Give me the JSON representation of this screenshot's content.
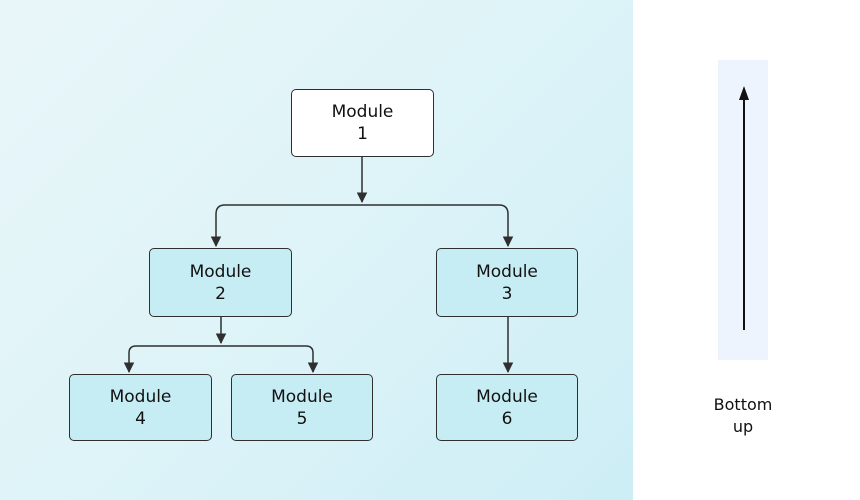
{
  "diagram": {
    "modules": [
      {
        "id": "m1",
        "line1": "Module",
        "line2": "1"
      },
      {
        "id": "m2",
        "line1": "Module",
        "line2": "2"
      },
      {
        "id": "m3",
        "line1": "Module",
        "line2": "3"
      },
      {
        "id": "m4",
        "line1": "Module",
        "line2": "4"
      },
      {
        "id": "m5",
        "line1": "Module",
        "line2": "5"
      },
      {
        "id": "m6",
        "line1": "Module",
        "line2": "6"
      }
    ],
    "edges": [
      {
        "from": "Module 1",
        "to": "Module 2"
      },
      {
        "from": "Module 1",
        "to": "Module 3"
      },
      {
        "from": "Module 2",
        "to": "Module 4"
      },
      {
        "from": "Module 2",
        "to": "Module 5"
      },
      {
        "from": "Module 3",
        "to": "Module 6"
      }
    ]
  },
  "direction": {
    "line1": "Bottom",
    "line2": "up",
    "arrow": "up-arrow-icon"
  },
  "colors": {
    "root_box": "#ffffff",
    "child_box": "#c7edf4",
    "panel_background": "#dff4f8",
    "track_background": "#edf4fd",
    "line": "#2f2f2f"
  }
}
